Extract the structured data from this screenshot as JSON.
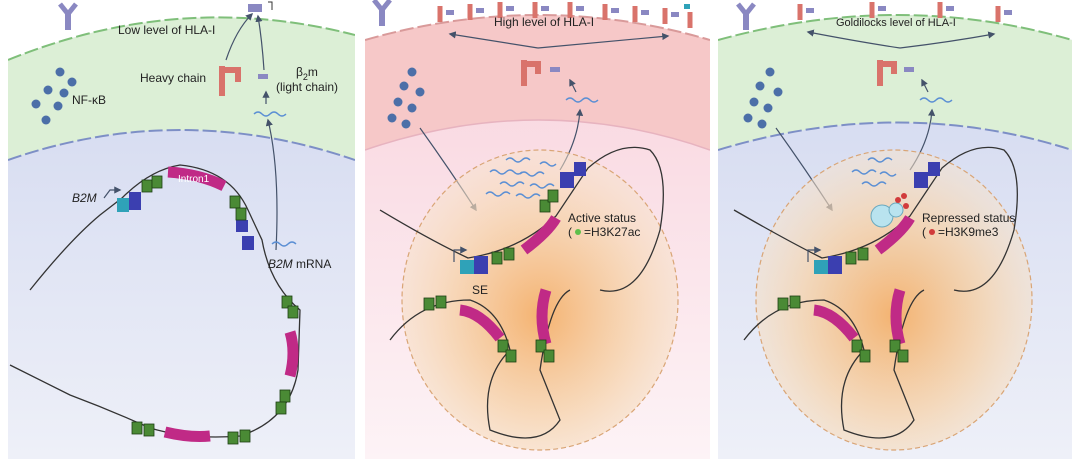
{
  "panel1": {
    "title": "Low level of HLA-I",
    "nfkb": "NF-κB",
    "heavy_chain": "Heavy chain",
    "light_chain_1": "β",
    "light_chain_sub": "2",
    "light_chain_2": "m",
    "light_chain_3": "(light chain)",
    "intron": "Intron1",
    "gene": "B2M",
    "mrna_gene": "B2M",
    "mrna_suffix": " mRNA"
  },
  "panel2": {
    "title": "High level of HLA-I",
    "status": "Active status",
    "mark": "=H3K27ac",
    "se": "SE"
  },
  "panel3": {
    "title": "Goldilocks level of HLA-I",
    "status": "Repressed status",
    "mark": "=H3K9me3"
  },
  "colors": {
    "green_bg": "#dcefd6",
    "red_bg": "#f6c8c8",
    "blue_bg": "#dfe3f3",
    "pink_bg": "#fbe1ea",
    "intron": "#c02a86",
    "exon": "#3b3fb0",
    "nucleosome": "#4a8a35",
    "nfkb": "#4c6fa8",
    "hla": "#d9736b"
  }
}
